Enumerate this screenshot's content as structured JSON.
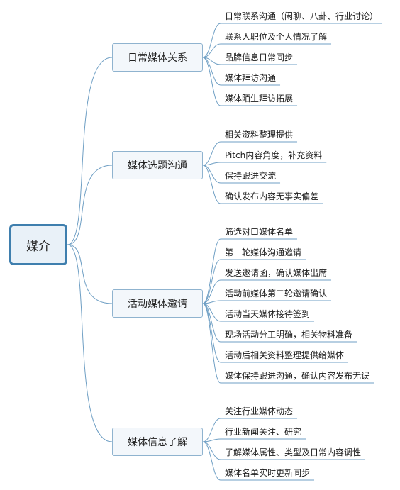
{
  "root": {
    "label": "媒介"
  },
  "branches": [
    {
      "label": "日常媒体关系",
      "children": [
        "日常联系沟通（闲聊、八卦、行业讨论）",
        "联系人职位及个人情况了解",
        "品牌信息日常同步",
        "媒体拜访沟通",
        "媒体陌生拜访拓展"
      ]
    },
    {
      "label": "媒体选题沟通",
      "children": [
        "相关资料整理提供",
        "Pitch内容角度，补充资料",
        "保持跟进交流",
        "确认发布内容无事实偏差"
      ]
    },
    {
      "label": "活动媒体邀请",
      "children": [
        "筛选对口媒体名单",
        "第一轮媒体沟通邀请",
        "发送邀请函，确认媒体出席",
        "活动前媒体第二轮邀请确认",
        "活动当天媒体接待签到",
        "现场活动分工明确，相关物料准备",
        "活动后相关资料整理提供给媒体",
        "媒体保持跟进沟通，确认内容发布无误"
      ]
    },
    {
      "label": "媒体信息了解",
      "children": [
        "关注行业媒体动态",
        "行业新闻关注、研究",
        "了解媒体属性、类型及日常内容调性",
        "媒体名单实时更新同步"
      ]
    }
  ],
  "colors": {
    "line": "#6f9fc4",
    "root_border": "#3f7fae",
    "branch_border": "#8fb3cf"
  }
}
